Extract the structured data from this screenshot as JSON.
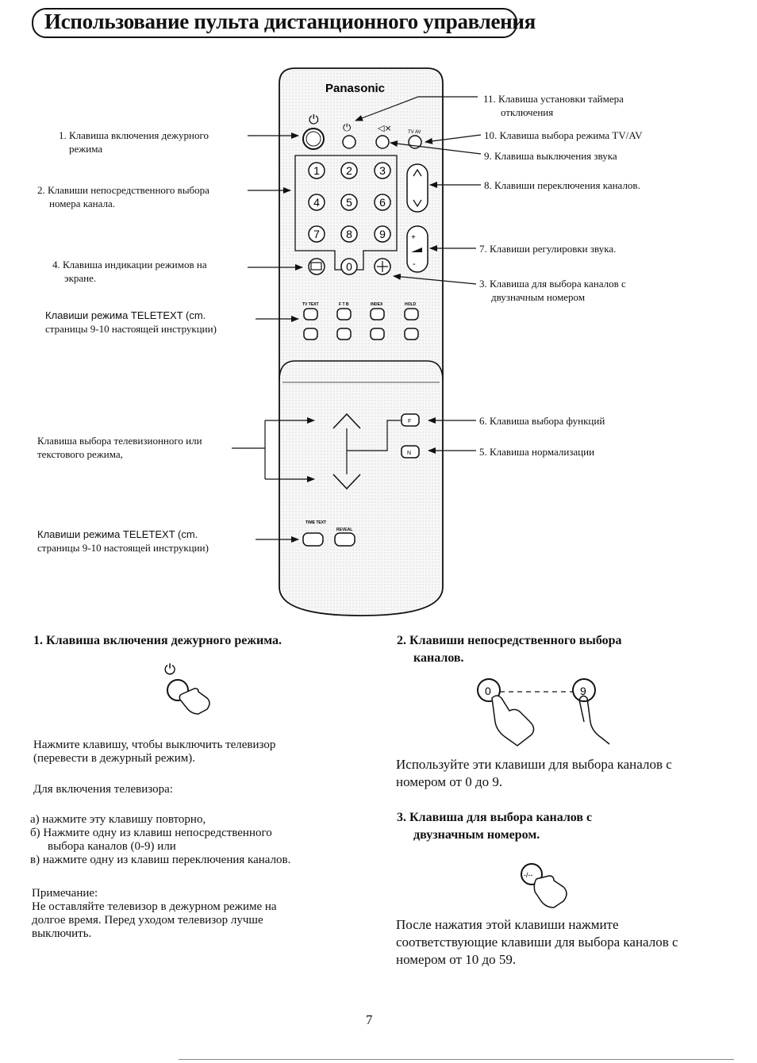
{
  "title": "Использование пульта дистанционного управления",
  "remote": {
    "brand": "Panasonic",
    "button_labels": {
      "tvav": "TV AV",
      "tvtext": "TV TEXT",
      "ftb": "F T B",
      "index": "INDEX",
      "hold": "HOLD",
      "time_text": "TIME TEXT",
      "reveal": "REVEAL",
      "f": "F",
      "n": "N",
      "digits": [
        "1",
        "2",
        "3",
        "4",
        "5",
        "6",
        "7",
        "8",
        "9",
        "0"
      ],
      "plus": "+",
      "minus": "-"
    }
  },
  "callouts_left": {
    "c1": [
      "1. Клавиша включения дежурного",
      "режима"
    ],
    "c2": [
      "2. Клавиши непосредственного выбора",
      "номера канала."
    ],
    "c4": [
      "4. Клавиша индикации режимов на",
      "экране."
    ],
    "teletext1": [
      "Клавиши режима TELETEXT (cm.",
      "страницы 9-10 настоящей инструкции)"
    ],
    "tvtext": [
      "Клавиша выбора телевизионного или",
      "текстового режима,"
    ],
    "teletext2": [
      "Клавиши режима TELETEXT (cm.",
      "страницы 9-10 настоящей инструкции)"
    ]
  },
  "callouts_right": {
    "c11": [
      "11. Клавиша установки таймера",
      "отключения"
    ],
    "c10": "10. Клавиша выбора режима TV/AV",
    "c9": "9. Клавиша выключения звука",
    "c8": "8. Клавиши переключения каналов.",
    "c7": "7. Клавиши регулировки звука.",
    "c3": [
      "3. Клавиша для выбора каналов с",
      "двузначным номером"
    ],
    "c6": "6. Клавиша выбора функций",
    "c5": "5. Клавиша нормализации"
  },
  "section1": {
    "heading": "1.  Клавиша включения дежурного режима.",
    "para1": [
      "Нажмите клавишу, чтобы выключить телевизор",
      "(перевести в дежурный режим)."
    ],
    "para2": "Для включения телевизора:",
    "list": [
      "а)  нажмите эту клавишу повторно,",
      "б)  Нажмите одну из клавиш непосредственного",
      "     выбора каналов (0-9) или",
      "в)  нажмите одну из клавиш переключения каналов."
    ],
    "note_label": "Примечание:",
    "note": [
      "Не оставляйте телевизор в дежурном режиме на",
      "долгое время. Перед уходом телевизор лучше",
      "выключить."
    ]
  },
  "section2": {
    "heading": [
      "2.  Клавиши непосредственного выбора",
      "каналов."
    ],
    "icon_from": "0",
    "icon_to": "9",
    "para": [
      "Используйте эти клавиши для выбора каналов с",
      "номером от 0 до 9."
    ]
  },
  "section3": {
    "heading": [
      "3.  Клавиша для выбора каналов с",
      "двузначным номером."
    ],
    "icon_label": "-/--",
    "para": [
      "После нажатия этой клавиши нажмите",
      "соответствующие клавиши для выбора каналов с",
      "номером от 10 до 59."
    ]
  },
  "page_number": "7"
}
